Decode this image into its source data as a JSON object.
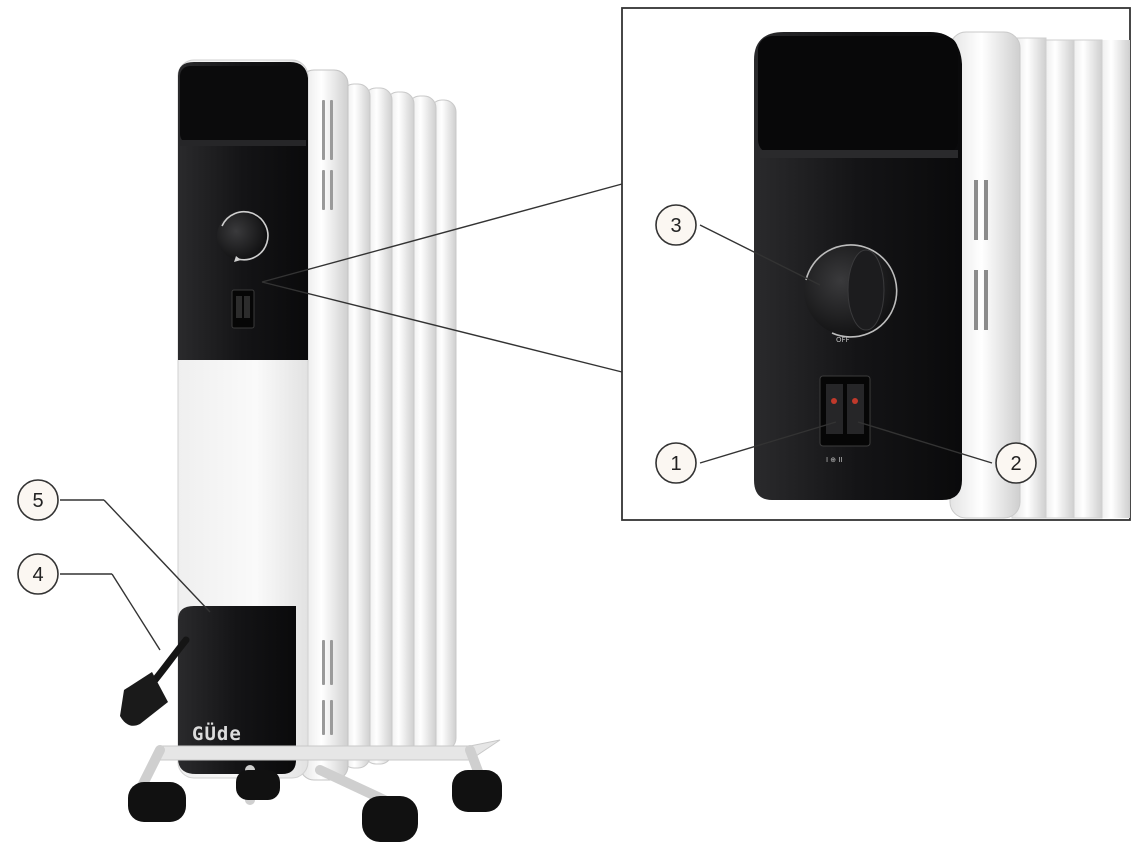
{
  "figure": {
    "brand_logo": "GÜde",
    "dial_marking": "OFF",
    "switch_marking": "I ⊕ II",
    "callouts": [
      {
        "id": "1",
        "label": "1",
        "refers_to": "power-switch-I"
      },
      {
        "id": "2",
        "label": "2",
        "refers_to": "power-switch-II"
      },
      {
        "id": "3",
        "label": "3",
        "refers_to": "thermostat-knob"
      },
      {
        "id": "4",
        "label": "4",
        "refers_to": "power-cord-plug"
      },
      {
        "id": "5",
        "label": "5",
        "refers_to": "cord-storage-cover"
      }
    ]
  },
  "colors": {
    "body_white": "#f2f2f2",
    "panel_black": "#1c1c1e",
    "fin_shadow": "#d6d6d6",
    "line": "#333333"
  }
}
